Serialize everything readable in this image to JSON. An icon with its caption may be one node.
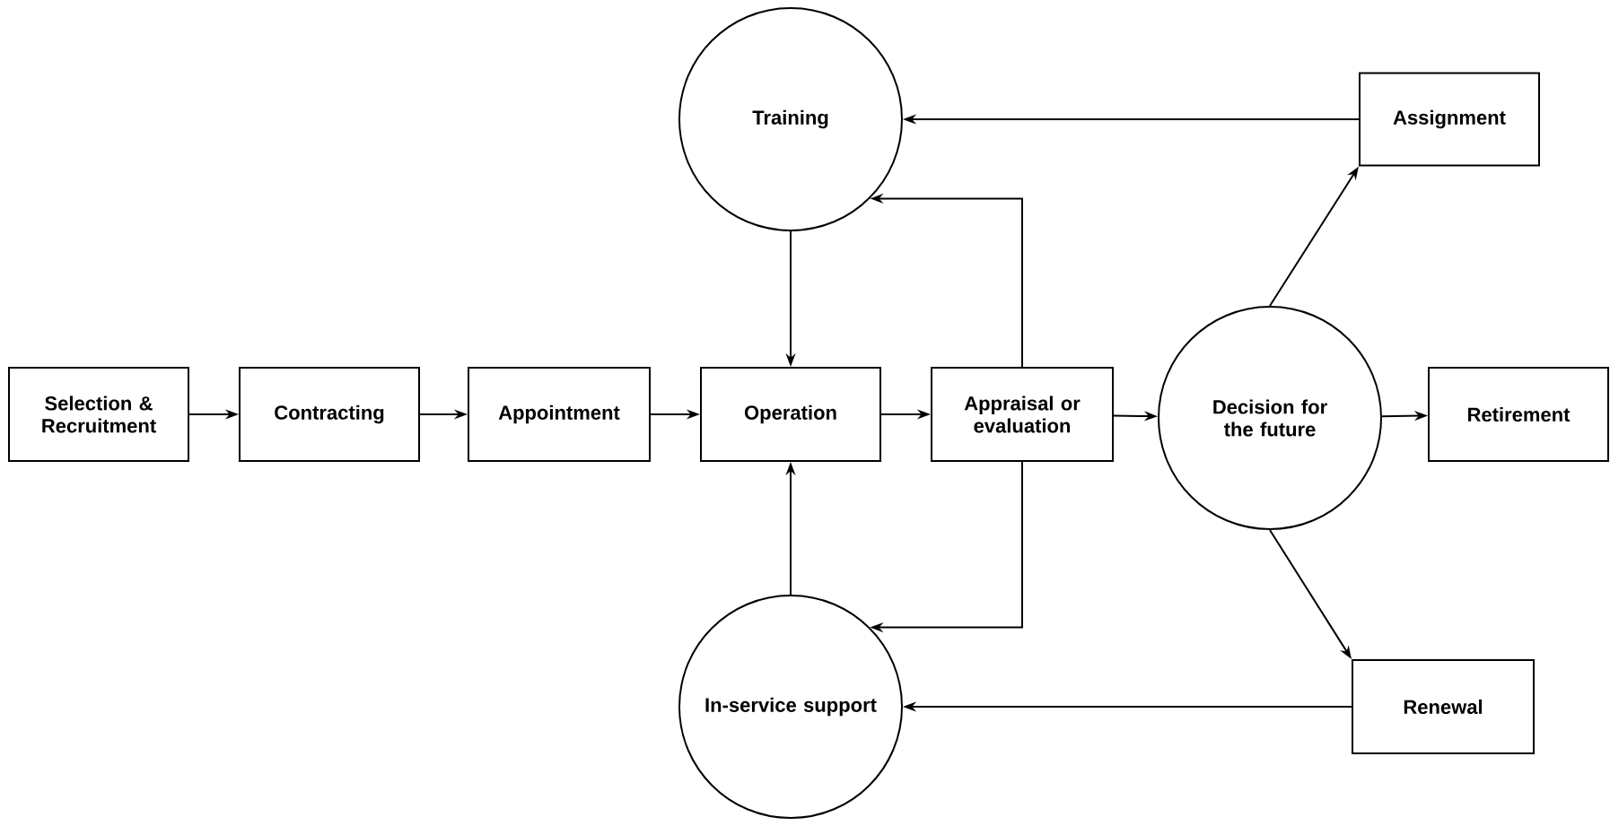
{
  "diagram": {
    "nodes": [
      {
        "text": [
          "Selection & Recruitment"
        ]
      },
      {
        "text": [
          "Contracting"
        ]
      },
      {
        "text": [
          "Appointment"
        ]
      },
      {
        "text": [
          "Operation"
        ]
      },
      {
        "text": [
          "Appraisal or evaluation"
        ]
      },
      {
        "text": [
          "Training"
        ]
      },
      {
        "text": [
          "Decision for the future"
        ]
      },
      {
        "text": [
          "Assignment"
        ]
      },
      {
        "text": [
          "Retirement"
        ]
      },
      {
        "text": [
          "Renewal"
        ]
      },
      {
        "text": [
          "In-service support"
        ]
      }
    ],
    "edges": [
      {
        "from": 0,
        "to": 1,
        "arrow": "to"
      },
      {
        "from": 1,
        "to": 2,
        "arrow": "to"
      },
      {
        "from": 2,
        "to": 3,
        "arrow": "to"
      },
      {
        "from": 3,
        "to": 4,
        "arrow": "to"
      },
      {
        "from": 4,
        "to": 6,
        "arrow": "to"
      },
      {
        "from": 6,
        "to": 8,
        "arrow": "to"
      },
      {
        "from": 5,
        "to": 3,
        "arrow": "to"
      },
      {
        "from": 10,
        "to": 3,
        "arrow": "to"
      },
      {
        "from": 4,
        "to": 5,
        "arrow": "to"
      },
      {
        "from": 4,
        "to": 10,
        "arrow": "to"
      },
      {
        "from": 6,
        "to": 7,
        "arrow": "to"
      },
      {
        "from": 6,
        "to": 9,
        "arrow": "to"
      },
      {
        "from": 7,
        "to": 5,
        "arrow": "to"
      },
      {
        "from": 9,
        "to": 10,
        "arrow": "to"
      }
    ]
  }
}
